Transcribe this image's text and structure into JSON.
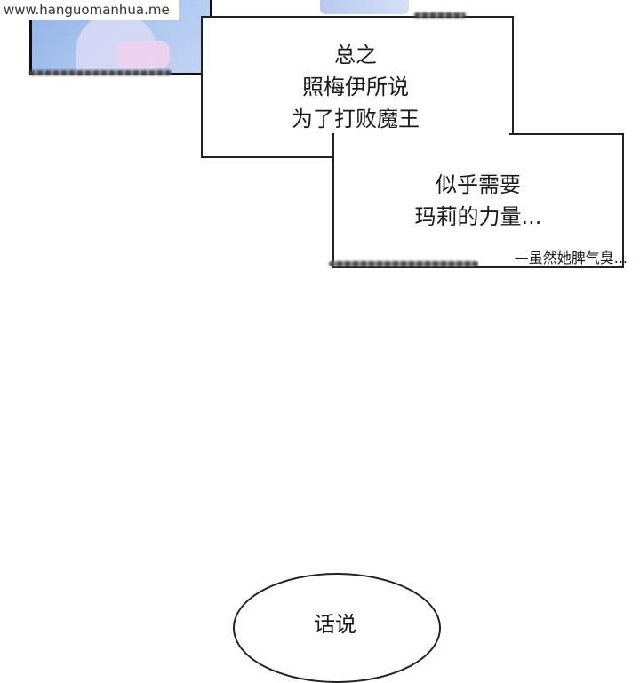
{
  "watermark": "www.hanguomanhua.me",
  "bubble_1": {
    "lines": [
      "总之",
      "照梅伊所说",
      "为了打败魔王"
    ]
  },
  "bubble_2": {
    "lines": [
      "似乎需要",
      "玛莉的力量..."
    ],
    "aside": "—虽然她脾气臭..."
  },
  "bottom_bubble": {
    "text": "话说"
  }
}
